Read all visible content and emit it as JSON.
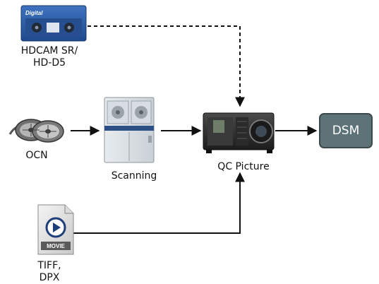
{
  "nodes": {
    "hdcam": {
      "label_line1": "HDCAM SR/",
      "label_line2": "HD-D5",
      "tape_badge": "Digital"
    },
    "ocn": {
      "label": "OCN"
    },
    "scanning": {
      "label": "Scanning"
    },
    "qc_picture": {
      "label": "QC Picture"
    },
    "dsm": {
      "label": "DSM"
    },
    "tiff_dpx": {
      "label_line1": "TIFF,",
      "label_line2": "DPX",
      "file_badge": "MOVIE"
    }
  },
  "edges": [
    {
      "from": "hdcam",
      "to": "qc_picture",
      "style": "dashed"
    },
    {
      "from": "ocn",
      "to": "scanning",
      "style": "solid"
    },
    {
      "from": "scanning",
      "to": "qc_picture",
      "style": "solid"
    },
    {
      "from": "qc_picture",
      "to": "dsm",
      "style": "solid"
    },
    {
      "from": "tiff_dpx",
      "to": "qc_picture",
      "style": "solid"
    }
  ],
  "colors": {
    "dsm_fill": "#5e7377",
    "dsm_border": "#3c4a4c",
    "arrow": "#111111",
    "tape_blue": "#2d5ea8"
  },
  "icons": {
    "hdcam": "tape-cassette-icon",
    "ocn": "film-reels-icon",
    "scanning": "film-scanner-icon",
    "qc_picture": "cinema-projector-icon",
    "tiff_dpx": "movie-file-icon"
  }
}
